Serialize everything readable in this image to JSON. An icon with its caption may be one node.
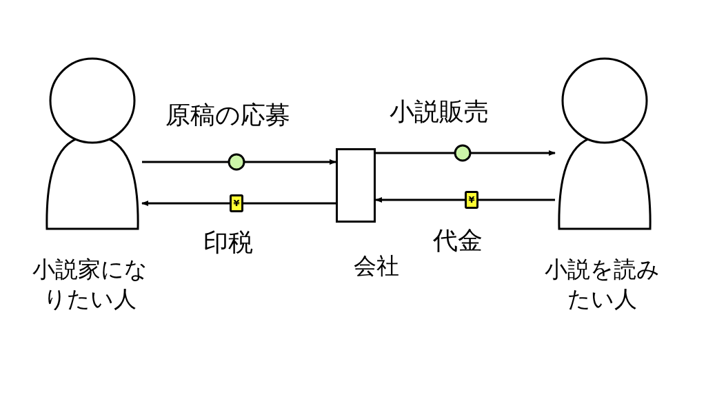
{
  "diagram": {
    "nodes": [
      {
        "text": [],
        "shape": "person",
        "beside": [
          "小説家になりたい人"
        ]
      },
      {
        "text": [],
        "shape": "box",
        "beside": [
          "会社"
        ]
      },
      {
        "text": [],
        "shape": "person",
        "beside": [
          "小説を読みたい人"
        ]
      }
    ],
    "edges": [
      {
        "from": 0,
        "to": 1,
        "arrow": "to",
        "label": "原稿の応募"
      },
      {
        "from": 1,
        "to": 0,
        "arrow": "to",
        "label": "印税"
      },
      {
        "from": 1,
        "to": 2,
        "arrow": "to",
        "label": "小説販売"
      },
      {
        "from": 2,
        "to": 1,
        "arrow": "to",
        "label": "代金"
      }
    ],
    "labels": [
      "¥",
      "¥"
    ]
  }
}
